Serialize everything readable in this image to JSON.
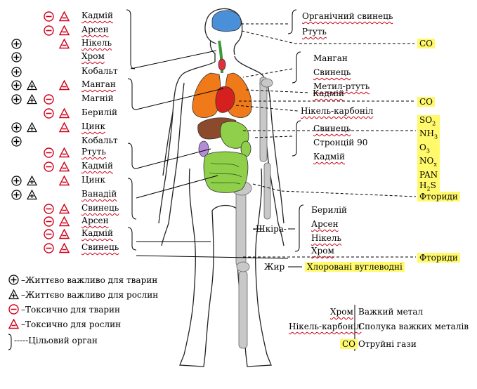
{
  "left_groups": [
    {
      "items": [
        {
          "name": "Кадмій",
          "toxic": true,
          "symbols": [
            "red-minus",
            "red-triangle"
          ]
        },
        {
          "name": "Арсен",
          "toxic": true,
          "symbols": [
            "red-minus",
            "red-triangle"
          ]
        },
        {
          "name": "Нікель",
          "toxic": true,
          "symbols": [
            "black-plus",
            "red-triangle"
          ]
        },
        {
          "name": "Хром",
          "toxic": true,
          "symbols": [
            "black-plus"
          ]
        },
        {
          "name": "Кобальт",
          "toxic": false,
          "symbols": [
            "black-plus"
          ]
        }
      ]
    },
    {
      "items": [
        {
          "name": "Манган",
          "toxic": true,
          "symbols": [
            "black-plus",
            "black-triangle-plus",
            "red-triangle"
          ]
        },
        {
          "name": "Магній",
          "toxic": false,
          "symbols": [
            "black-plus",
            "black-triangle-plus",
            "red-minus"
          ]
        },
        {
          "name": "Берилій",
          "toxic": false,
          "symbols": [
            "red-minus",
            "red-triangle"
          ]
        },
        {
          "name": "Цинк",
          "toxic": true,
          "symbols": [
            "black-plus",
            "black-triangle-plus",
            "red-triangle"
          ]
        },
        {
          "name": "Кобальт",
          "toxic": false,
          "symbols": [
            "black-plus"
          ]
        }
      ]
    },
    {
      "items": [
        {
          "name": "Ртуть",
          "toxic": true,
          "symbols": [
            "red-minus",
            "red-triangle"
          ]
        },
        {
          "name": "Кадмій",
          "toxic": true,
          "symbols": [
            "red-minus",
            "red-triangle"
          ]
        }
      ]
    },
    {
      "items": [
        {
          "name": "Цинк",
          "toxic": false,
          "symbols": [
            "black-plus",
            "black-triangle-plus",
            "red-triangle"
          ]
        },
        {
          "name": "Ванадій",
          "toxic": true,
          "symbols": [
            "black-plus",
            "black-triangle-plus"
          ]
        },
        {
          "name": "Свинець",
          "toxic": true,
          "symbols": [
            "red-minus",
            "red-triangle"
          ]
        },
        {
          "name": "Арсен",
          "toxic": true,
          "symbols": [
            "red-minus",
            "red-triangle"
          ]
        }
      ]
    },
    {
      "items": [
        {
          "name": "Кадмій",
          "toxic": true,
          "symbols": [
            "red-minus",
            "red-triangle"
          ]
        },
        {
          "name": "Свинець",
          "toxic": true,
          "symbols": [
            "red-minus",
            "red-triangle"
          ]
        }
      ]
    }
  ],
  "right_groups": [
    {
      "items": [
        {
          "name": "Органічний свинець",
          "toxic": true
        },
        {
          "name": "Ртуть",
          "toxic": true
        }
      ]
    },
    {
      "items": [
        {
          "name": "Манган",
          "toxic": false
        },
        {
          "name": "Свинець",
          "toxic": true
        },
        {
          "name": "Метил-ртуть",
          "toxic": true
        }
      ]
    },
    {
      "items": [
        {
          "name": "Свинець",
          "toxic": true
        },
        {
          "name": "Стронцій 90",
          "toxic": false
        },
        {
          "name": "Кадмій",
          "toxic": true
        }
      ]
    },
    {
      "items": [
        {
          "name": "Берилій",
          "toxic": false
        },
        {
          "name": "Арсен",
          "toxic": true
        },
        {
          "name": "Нікель",
          "toxic": true
        },
        {
          "name": "Хром",
          "toxic": true
        }
      ]
    }
  ],
  "single_labels": {
    "kadmii_right": "Кадмій",
    "nikel_karbonil": "Нікель-карбоніл"
  },
  "gases": {
    "co_1": "CO",
    "co_2": "CO",
    "list": [
      {
        "base": "SO",
        "sub": "2"
      },
      {
        "base": "NH",
        "sub": "3"
      },
      {
        "base": "O",
        "sub": "3"
      },
      {
        "base": "NO",
        "sub": "x"
      },
      {
        "base": "PAN",
        "sub": ""
      },
      {
        "base": "H",
        "sub": "2",
        "tail": "S"
      }
    ],
    "ftorydy_1": "Фториди",
    "ftorydy_2": "Фториди",
    "khlorovani": "Хлоровані вуглеводні"
  },
  "organs": {
    "skin": "-Шкіра-",
    "fat": "Жир"
  },
  "legend": {
    "items": [
      {
        "symbol": "black-plus",
        "text": "–Життєво важливо для тварин"
      },
      {
        "symbol": "black-triangle-plus",
        "text": "–Життєво важливо для рослин"
      },
      {
        "symbol": "red-minus",
        "text": "–Токсично для тварин"
      },
      {
        "symbol": "red-triangle",
        "text": "–Токсично для рослин"
      }
    ],
    "target_organ": "-----Цільовий орган"
  },
  "key": {
    "heavy_metal_example": "Хром",
    "heavy_metal_text": "Важкий метал",
    "compound_example": "Нікель-карбоніл",
    "compound_text": "Сполука важких металів",
    "gas_example": "CO",
    "gas_text": "Отруйні гази"
  },
  "colors": {
    "red": "#d0021b",
    "highlight": "#fff96b",
    "brain": "#4a90d9",
    "lungs": "#f07a1a",
    "heart": "#d62020",
    "liver": "#8b4a2b",
    "stomach": "#b48cd8",
    "intestine": "#8fcf4a",
    "thyroid": "#e03040",
    "bone": "#c8c8c8"
  }
}
